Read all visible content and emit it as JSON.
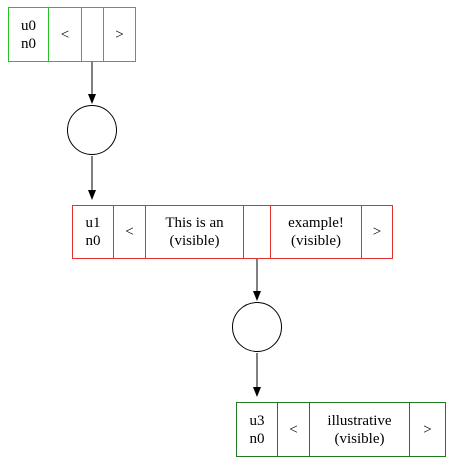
{
  "nodes": {
    "u0": {
      "id_label": "u0",
      "n_label": "n0",
      "left_label": "<",
      "right_label": ">",
      "color": "#25c425"
    },
    "u1": {
      "id_label": "u1",
      "n_label": "n0",
      "left_label": "<",
      "right_label": ">",
      "segment1_line1": "This is an",
      "segment1_line2": "(visible)",
      "segment2_line1": "example!",
      "segment2_line2": "(visible)",
      "color": "#e2302c"
    },
    "u3": {
      "id_label": "u3",
      "n_label": "n0",
      "left_label": "<",
      "right_label": ">",
      "segment1_line1": "illustrative",
      "segment1_line2": "(visible)",
      "color": "#1f7a1f"
    }
  },
  "edges": [
    {
      "from": "u0",
      "to": "junction-1"
    },
    {
      "from": "junction-1",
      "to": "u1"
    },
    {
      "from": "u1",
      "to": "junction-2"
    },
    {
      "from": "junction-2",
      "to": "u3"
    }
  ]
}
